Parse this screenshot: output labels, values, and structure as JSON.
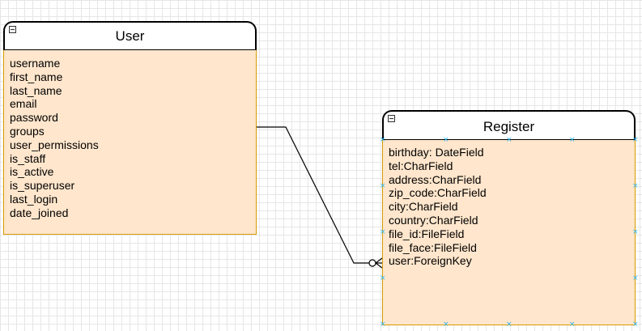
{
  "diagram": {
    "entities": [
      {
        "name": "User",
        "fields": [
          "username",
          "first_name",
          "last_name",
          "email",
          "password",
          "groups",
          "user_permissions",
          "is_staff",
          "is_active",
          "is_superuser",
          "last_login",
          "date_joined"
        ]
      },
      {
        "name": "Register",
        "fields": [
          "birthday: DateField",
          "tel:CharField",
          "address:CharField",
          "zip_code:CharField",
          "city:CharField",
          "country:CharField",
          "file_id:FileField",
          "file_face:FileField",
          "user:ForeignKey"
        ]
      }
    ],
    "relationships": [
      {
        "from": "User",
        "to": "Register",
        "to_field": "user:ForeignKey",
        "from_marker": "none",
        "to_marker": "zero-or-many"
      }
    ],
    "selected": "Register",
    "colors": {
      "entity_fill": "#ffe6cc",
      "entity_border": "#d79b00",
      "header_fill": "#ffffff",
      "selection_handle": "#29b6f2",
      "grid": "#e6e6e6"
    }
  }
}
